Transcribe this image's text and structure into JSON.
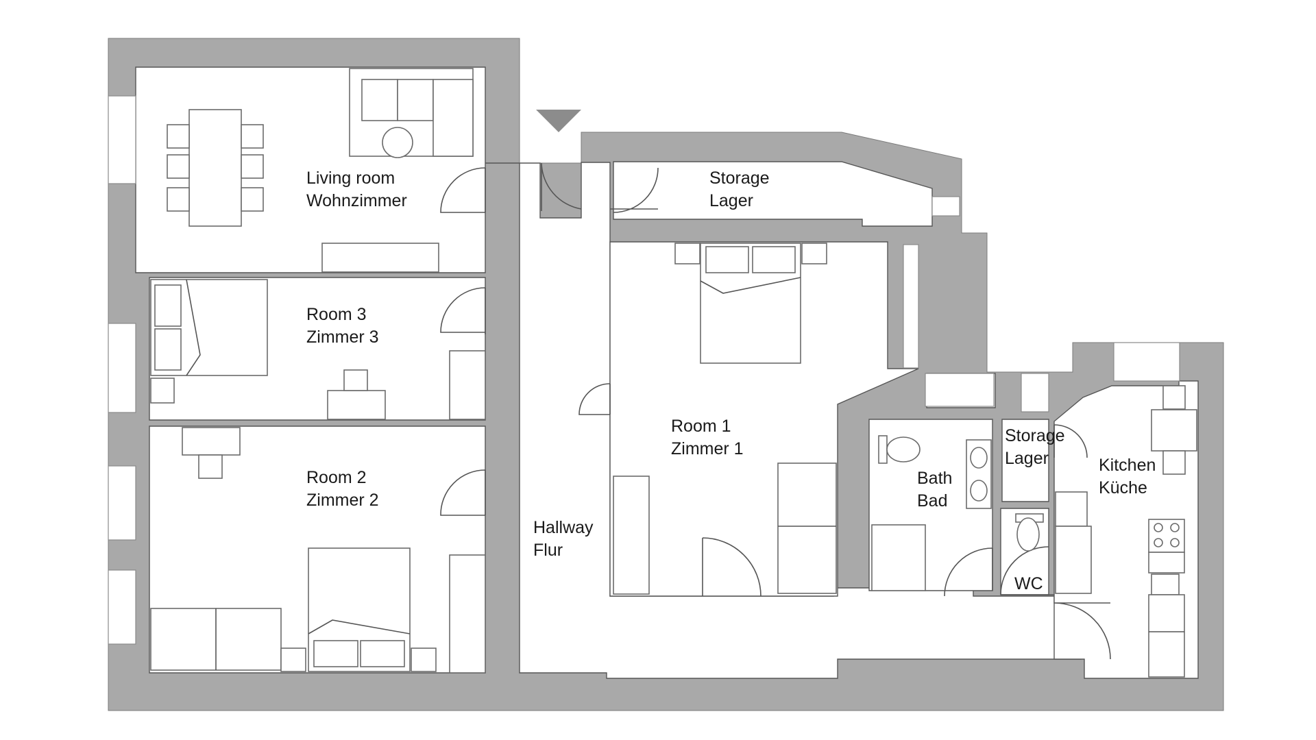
{
  "rooms": {
    "living": {
      "en": "Living room",
      "de": "Wohnzimmer"
    },
    "room3": {
      "en": "Room 3",
      "de": "Zimmer 3"
    },
    "room2": {
      "en": "Room 2",
      "de": "Zimmer 2"
    },
    "storage_top": {
      "en": "Storage",
      "de": "Lager"
    },
    "room1": {
      "en": "Room 1",
      "de": "Zimmer 1"
    },
    "hallway": {
      "en": "Hallway",
      "de": "Flur"
    },
    "bath": {
      "en": "Bath",
      "de": "Bad"
    },
    "storage_small": {
      "en": "Storage",
      "de": "Lager"
    },
    "kitchen": {
      "en": "Kitchen",
      "de": "Küche"
    },
    "wc": {
      "label": "WC"
    }
  },
  "colors": {
    "wall": "#a9a9a9",
    "floor": "#ffffff",
    "lines": "#555555"
  }
}
